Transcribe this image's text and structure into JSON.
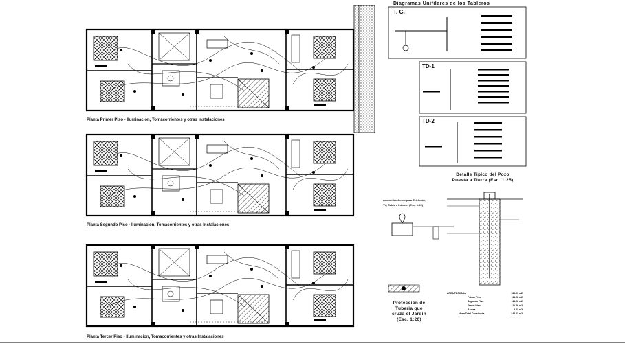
{
  "plans": [
    {
      "id": "first-floor",
      "title": "Planta Primer Piso - Iluminacion, Tomacorrientes y otras Instalaciones"
    },
    {
      "id": "second-floor",
      "title": "Planta Segundo Piso - Iluminacion, Tomacorrientes y otras Instalaciones"
    },
    {
      "id": "third-floor",
      "title": "Planta Tercer Piso - Iluminacion, Tomacorrientes y otras Instalaciones"
    }
  ],
  "diagrams": {
    "heading": "Diagramas Unifilares de los Tableros",
    "boards": [
      {
        "id": "to",
        "label": "T. G."
      },
      {
        "id": "td1",
        "label": "TD-1"
      },
      {
        "id": "td2",
        "label": "TD-2"
      }
    ]
  },
  "ground_well": {
    "title_line1": "Detalle Tipico del Pozo",
    "title_line2": "Puesta a Tierra (Esc. 1:25)"
  },
  "overhead": {
    "line1": "Acometida Aerea para Telefonia,",
    "line2": "TV, Cable e Internet (Esc. 1:20)"
  },
  "pipe_protection": {
    "line1": "Proteccion de",
    "line2": "Tuberia que",
    "line3": "cruza el Jardin",
    "line4": "(Esc. 1:20)"
  },
  "areas": {
    "header": "AREA TECHADA",
    "header_value": "165.69 m2",
    "rows": [
      {
        "label": "Primer Piso",
        "value": "111.26 m2"
      },
      {
        "label": "Segundo Piso",
        "value": "111.26 m2"
      },
      {
        "label": "Tercer Piso",
        "value": "111.26 m2"
      },
      {
        "label": "Azotea",
        "value": "8.63 m2"
      },
      {
        "label": "Area Total Construida",
        "value": "342.41 m2"
      }
    ]
  },
  "colors": {
    "line": "#000000",
    "background": "#ffffff"
  }
}
